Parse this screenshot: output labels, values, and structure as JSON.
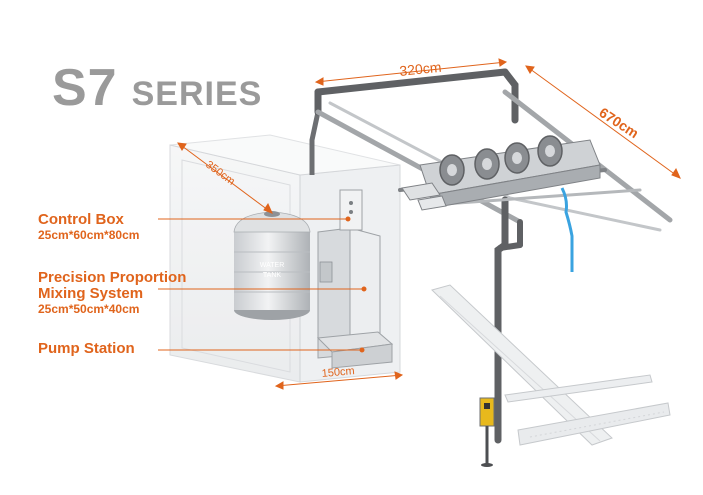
{
  "header": {
    "model": "S7",
    "series": "SERIES"
  },
  "dimensions": {
    "width_top": "320cm",
    "length_right": "670cm",
    "room_depth": "350cm",
    "room_width": "150cm"
  },
  "tank_label": [
    "WATER",
    "TANK"
  ],
  "callouts": {
    "control_box": {
      "name": "Control Box",
      "dim": "25cm*60cm*80cm"
    },
    "mixing": {
      "name1": "Precision Proportion",
      "name2": "Mixing System",
      "dim": "25cm*50cm*40cm"
    },
    "pump": {
      "name": "Pump Station"
    }
  },
  "colors": {
    "accent": "#e0641c",
    "frame": "#6d6f72",
    "title": "#9a9a9a",
    "water_hose": "#3aa3e0"
  }
}
